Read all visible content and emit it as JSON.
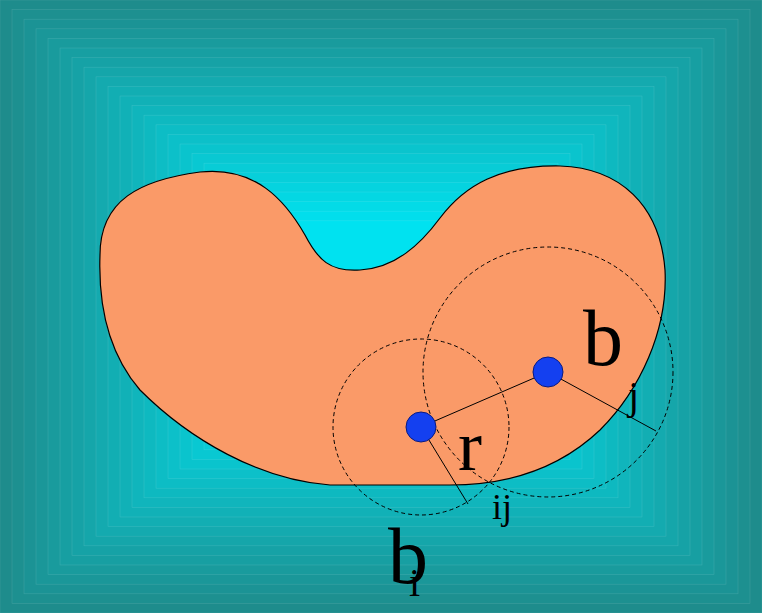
{
  "diagram": {
    "labels": [
      "b",
      "j",
      "r",
      "ij",
      "b",
      "i"
    ]
  }
}
